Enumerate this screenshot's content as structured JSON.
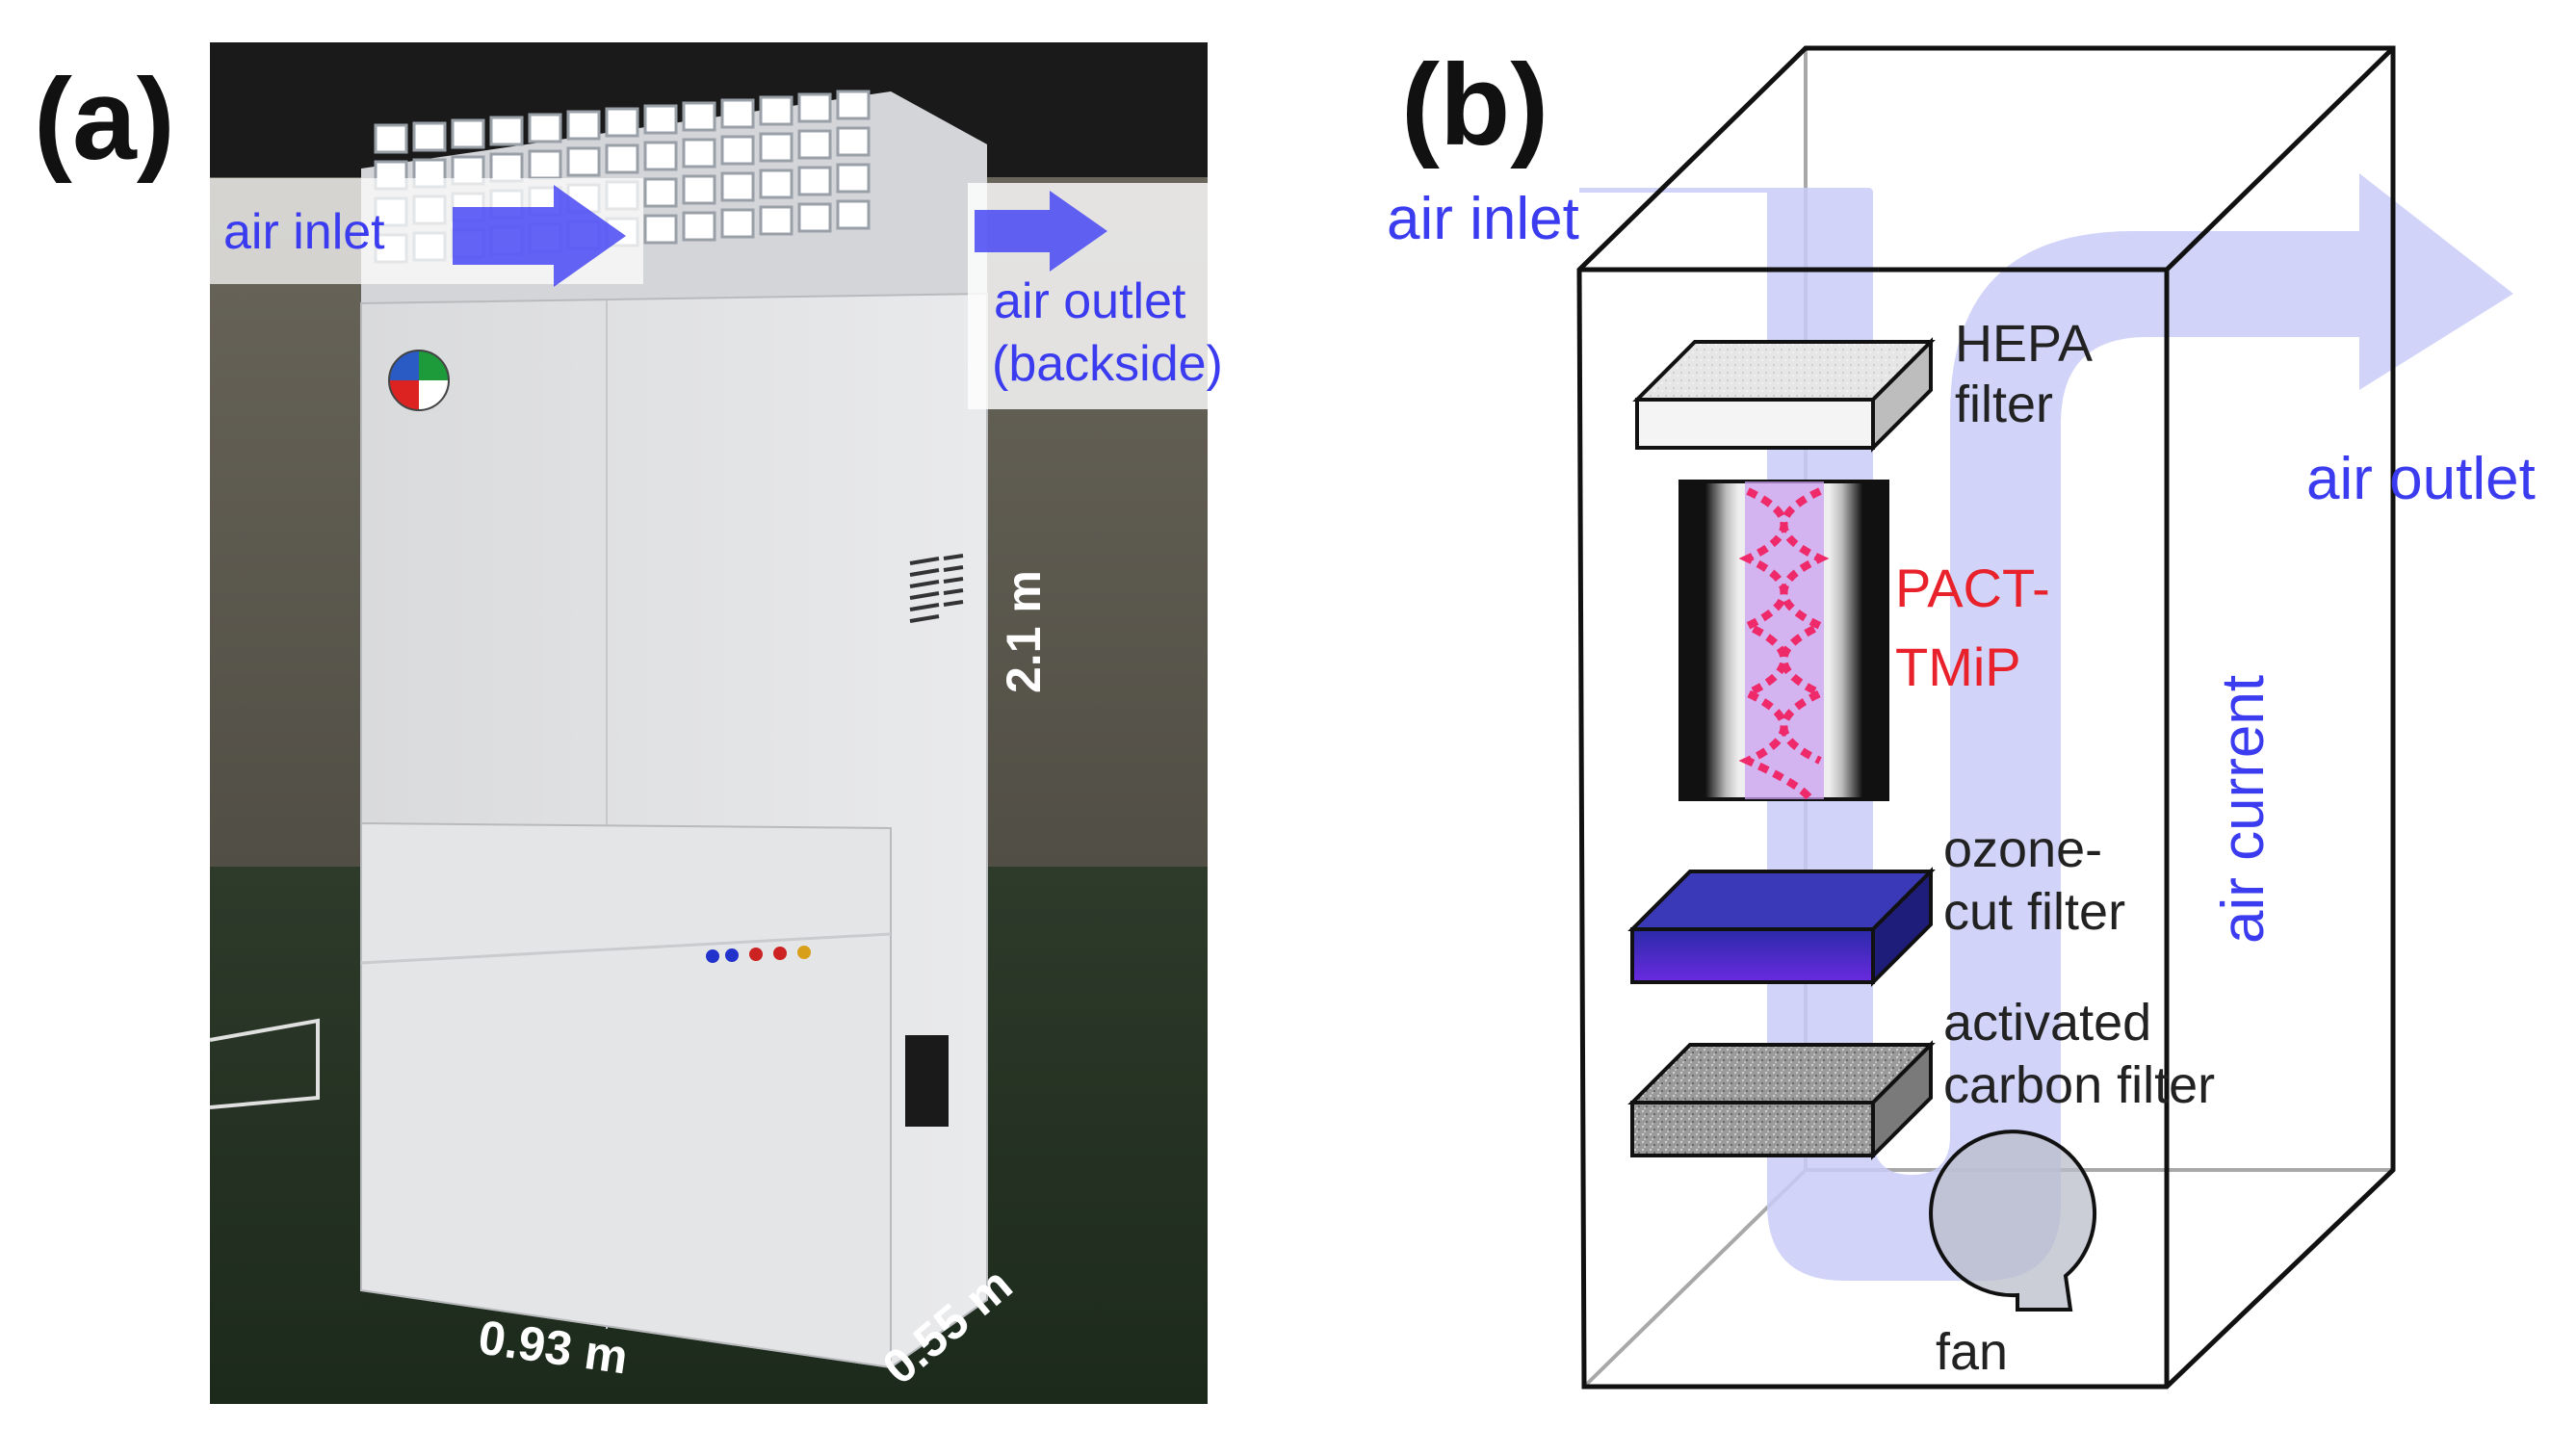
{
  "panel_a": {
    "label": "(a)",
    "air_inlet": "air inlet",
    "air_outlet_line1": "air outlet",
    "air_outlet_line2": "(backside)",
    "height_dim": "2.1 m",
    "width_dim": "0.93 m",
    "depth_dim": "0.55 m"
  },
  "panel_b": {
    "label": "(b)",
    "air_inlet": "air inlet",
    "air_outlet": "air outlet",
    "air_current": "air current",
    "hepa_line1": "HEPA",
    "hepa_line2": "filter",
    "pact_line1": "PACT-",
    "pact_line2": "TMiP",
    "ozone_line1": "ozone-",
    "ozone_line2": "cut filter",
    "carbon_line1": "activated",
    "carbon_line2": "carbon filter",
    "fan": "fan"
  },
  "colors": {
    "flow_blue": "#3b3bf0",
    "flow_light": "#c9cdf7",
    "pact_red": "#e8212b",
    "ozone_blue": "#3030c0"
  }
}
